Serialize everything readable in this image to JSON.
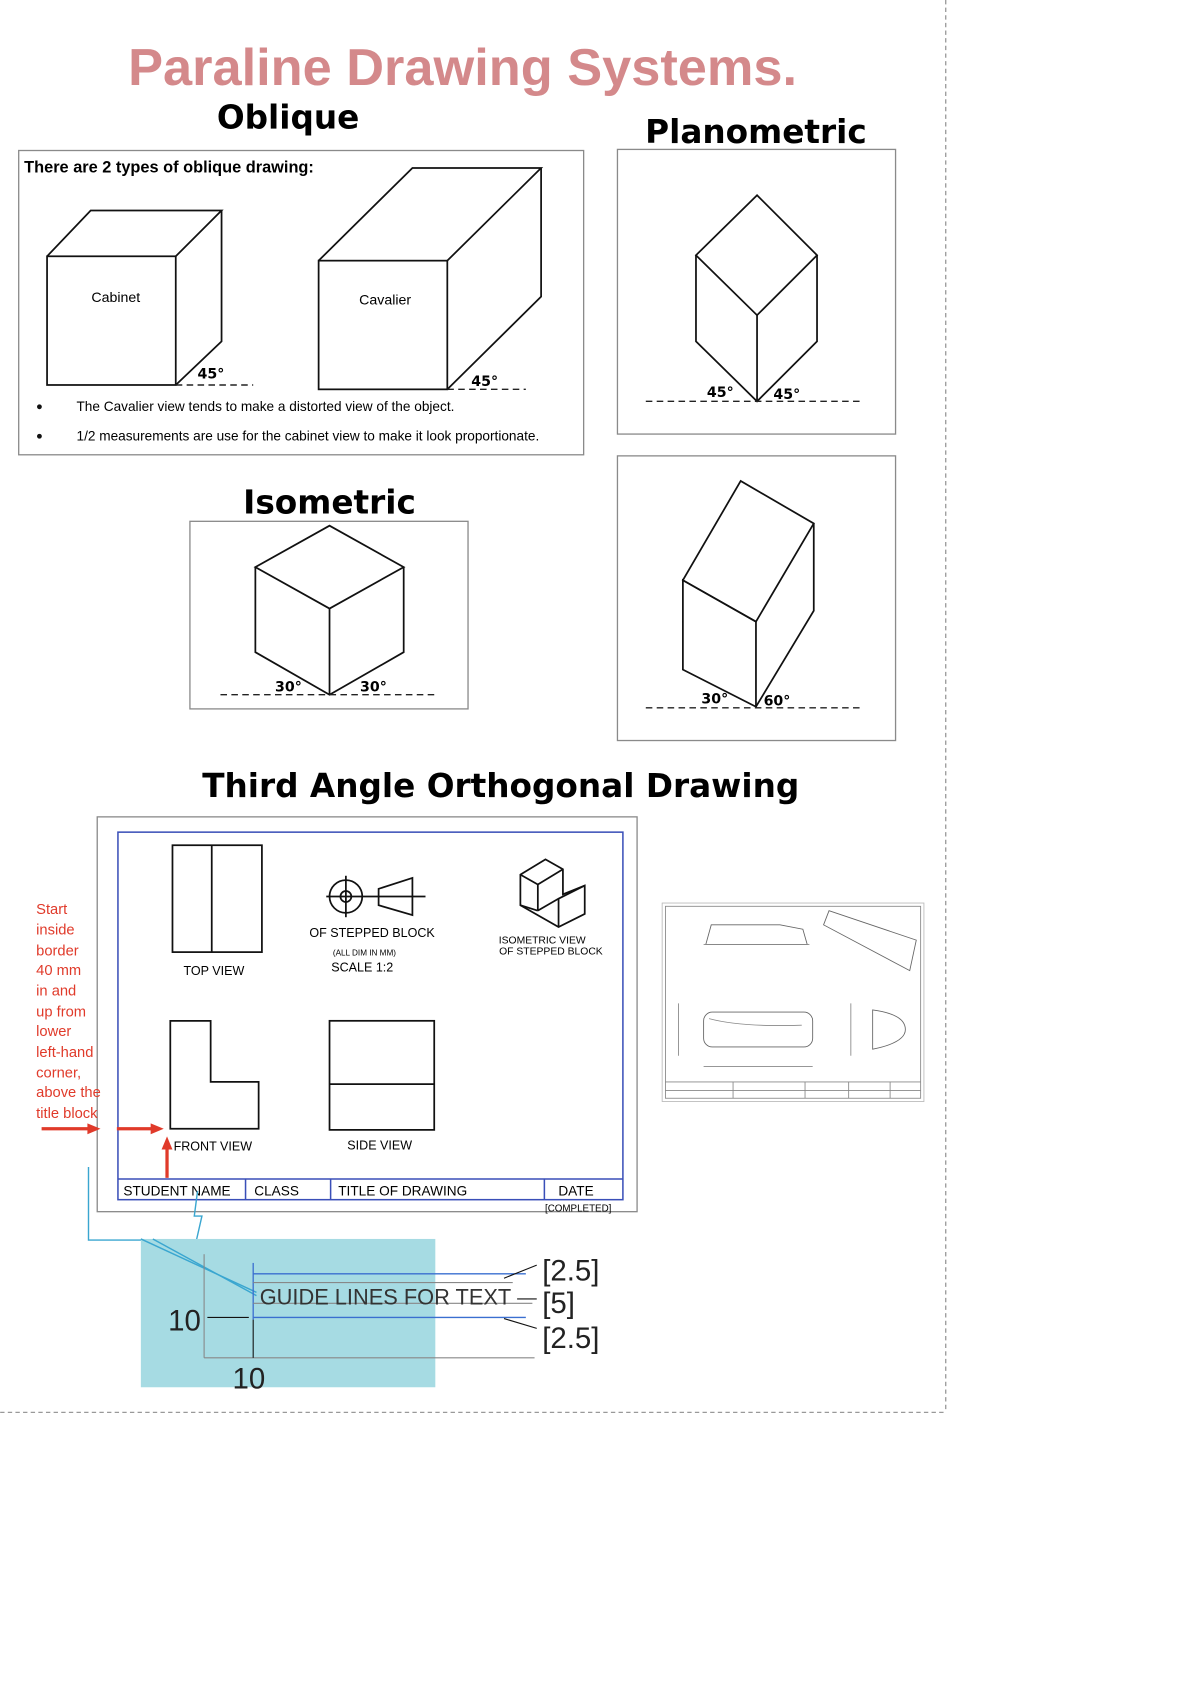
{
  "title": "Paraline Drawing Systems.",
  "colors": {
    "title": "#d4898b",
    "annotation_red": "#e03a2a",
    "highlight": "#a6dbe3",
    "border_blue": "#3a4fb8"
  },
  "oblique": {
    "heading": "Oblique",
    "intro": "There are 2 types of oblique drawing:",
    "cabinet_label": "Cabinet",
    "cavalier_label": "Cavalier",
    "cabinet_angle": "45°",
    "cavalier_angle": "45°",
    "bullets": [
      "The Cavalier view tends to make a distorted view of the object.",
      "1/2 measurements are use for the cabinet view to make it look proportionate."
    ]
  },
  "planometric": {
    "heading": "Planometric",
    "angle_left": "45°",
    "angle_right": "45°",
    "second_angle_left": "30°",
    "second_angle_right": "60°"
  },
  "isometric": {
    "heading": "Isometric",
    "angle_left": "30°",
    "angle_right": "30°"
  },
  "orthogonal": {
    "heading": "Third Angle Orthogonal Drawing",
    "top_view": "TOP VIEW",
    "projection_label": "OF STEPPED BLOCK",
    "dim_note": "(ALL DIM IN MM)",
    "scale": "SCALE 1:2",
    "iso_label_1": "ISOMETRIC VIEW",
    "iso_label_2": "OF STEPPED BLOCK",
    "front_view": "FRONT VIEW",
    "side_view": "SIDE VIEW",
    "title_block": [
      "STUDENT NAME",
      "CLASS",
      "TITLE OF DRAWING",
      "DATE"
    ],
    "date_note": "[COMPLETED]",
    "annotation": [
      "Start",
      "inside",
      "border",
      "40 mm",
      "in and",
      "up from",
      "lower",
      "left-hand",
      "corner,",
      "above the",
      "title block"
    ],
    "guide_text": "GUIDE LINES FOR TEXT",
    "guide_dims": [
      "[2.5]",
      "[5]",
      "[2.5]"
    ],
    "margin_h": "10",
    "margin_v": "10"
  }
}
